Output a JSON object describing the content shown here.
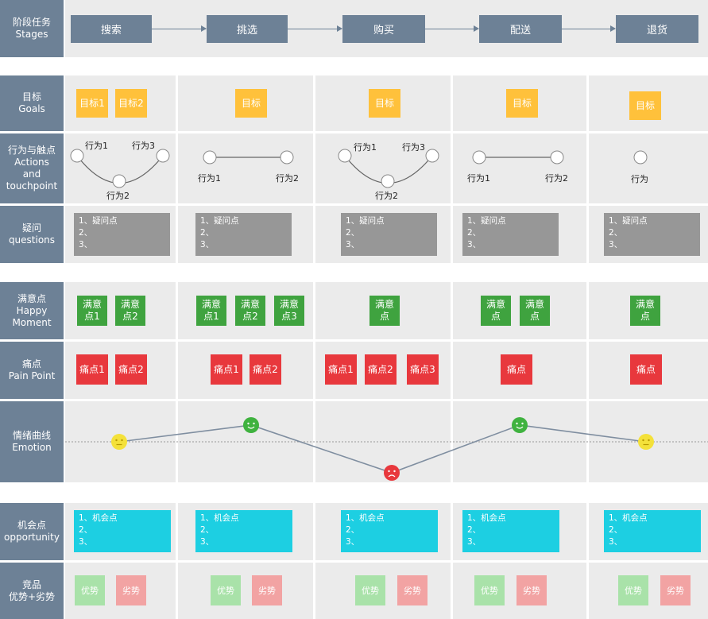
{
  "rows": {
    "stages": {
      "zh": "阶段任务",
      "en": "Stages"
    },
    "goals": {
      "zh": "目标",
      "en": "Goals"
    },
    "actions": {
      "zh": "行为与触点",
      "en1": "Actions",
      "en2": "and",
      "en3": "touchpoint"
    },
    "questions": {
      "zh": "疑问",
      "en": "questions"
    },
    "happy": {
      "zh": "满意点",
      "en1": "Happy",
      "en2": "Moment"
    },
    "pain": {
      "zh": "痛点",
      "en": "Pain Point"
    },
    "emotion": {
      "zh": "情绪曲线",
      "en": "Emotion"
    },
    "opportunity": {
      "zh": "机会点",
      "en": "opportunity"
    },
    "competitor": {
      "zh": "竞品",
      "en": "优势+劣势"
    }
  },
  "stages": [
    "搜索",
    "挑选",
    "购买",
    "配送",
    "退货"
  ],
  "goals": [
    [
      "目标1",
      "目标2"
    ],
    [
      "目标"
    ],
    [
      "目标"
    ],
    [
      "目标"
    ],
    [
      "目标"
    ]
  ],
  "actions": {
    "a1": "行为1",
    "a2": "行为2",
    "a3": "行为3",
    "single": "行为"
  },
  "questions": {
    "l1": "1、疑问点",
    "l2": "2、",
    "l3": "3、"
  },
  "happy": [
    [
      "满意",
      "点1",
      "满意",
      "点2"
    ],
    [
      "满意",
      "点1",
      "满意",
      "点2",
      "满意",
      "点3"
    ],
    [
      "满意",
      "点"
    ],
    [
      "满意",
      "点",
      "满意",
      "点"
    ],
    [
      "满意",
      "点"
    ]
  ],
  "pain": [
    [
      "痛点1",
      "痛点2"
    ],
    [
      "痛点1",
      "痛点2"
    ],
    [
      "痛点1",
      "痛点2",
      "痛点3"
    ],
    [
      "痛点"
    ],
    [
      "痛点"
    ]
  ],
  "emotion": {
    "levels": [
      "neutral",
      "happy",
      "sad",
      "happy",
      "neutral"
    ],
    "colors": {
      "neutral": "#f4e13a",
      "happy": "#3fb23f",
      "sad": "#e8383d"
    }
  },
  "opportunity": {
    "l1": "1、机会点",
    "l2": "2、",
    "l3": "3、"
  },
  "competitor": {
    "adv": "优势",
    "dis": "劣势"
  }
}
